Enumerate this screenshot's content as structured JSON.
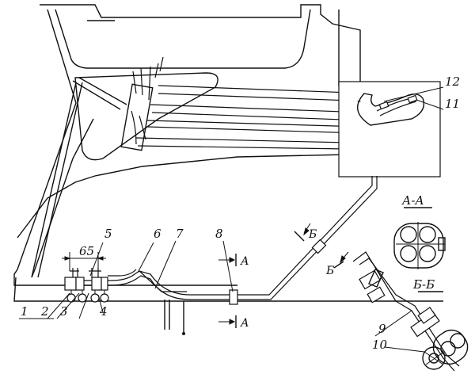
{
  "callouts": [
    "1",
    "2",
    "3",
    "4",
    "5",
    "6",
    "7",
    "8",
    "9",
    "10",
    "11",
    "12"
  ],
  "dimension": "65",
  "section_marks": {
    "a": "А",
    "b": "Б"
  },
  "section_titles": {
    "aa": "А-А",
    "bb": "Б-Б"
  },
  "minus_sign": "-",
  "colors": {
    "ink": "#111111",
    "paper": "#ffffff"
  }
}
